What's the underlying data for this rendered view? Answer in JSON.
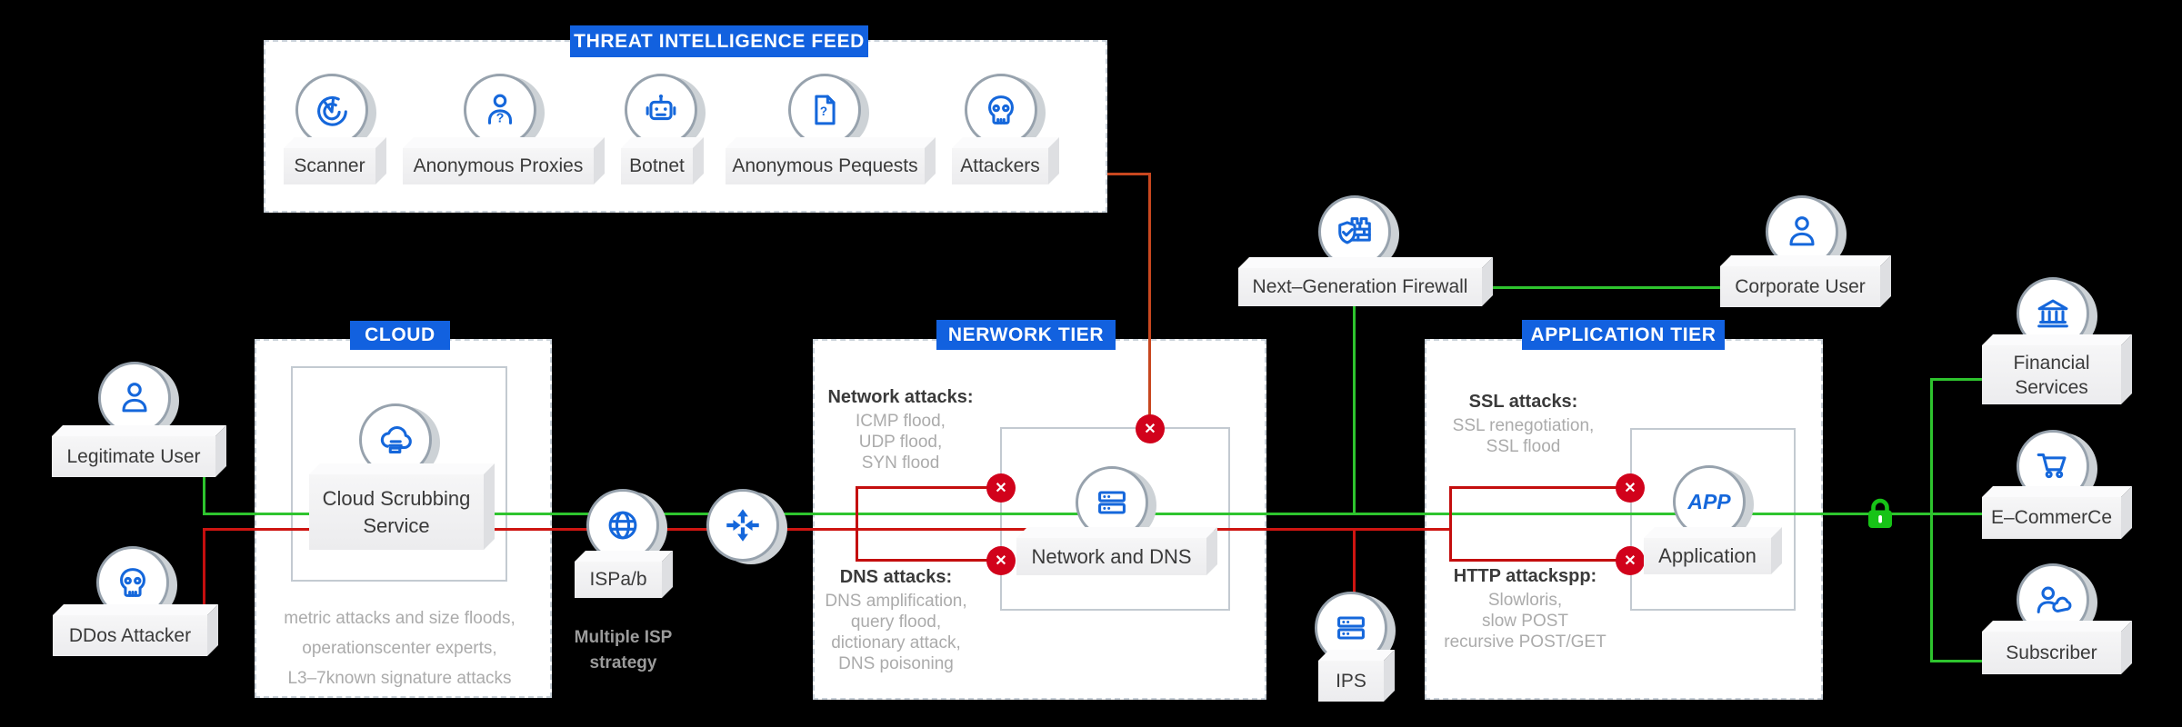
{
  "threat_feed": {
    "title": "THREAT INTELLIGENCE FEED",
    "items": [
      {
        "label": "Scanner",
        "icon": "scanner-icon"
      },
      {
        "label": "Anonymous Proxies",
        "icon": "anonymous-person-icon"
      },
      {
        "label": "Botnet",
        "icon": "robot-icon"
      },
      {
        "label": "Anonymous Pequests",
        "icon": "document-question-icon"
      },
      {
        "label": "Attackers",
        "icon": "skull-icon"
      }
    ]
  },
  "left_actors": {
    "legitimate_user": {
      "label": "Legitimate User",
      "icon": "person-icon"
    },
    "ddos_attacker": {
      "label": "DDos Attacker",
      "icon": "skull-icon"
    }
  },
  "cloud": {
    "title": "CLOUD",
    "service_label": "Cloud Scrubbing Service",
    "icon": "cloud-service-icon",
    "description_lines": [
      "metric attacks and size floods,",
      "operationscenter experts,",
      "L3–7known signature attacks"
    ]
  },
  "isp": {
    "label": "ISPa/b",
    "icon": "globe-icon",
    "router_icon": "router-icon",
    "note_lines": [
      "Multiple ISP",
      "strategy"
    ]
  },
  "network_tier": {
    "title": "NERWORK TIER",
    "node_label": "Network and DNS",
    "node_icon": "server-stack-icon",
    "network_attacks": {
      "heading": "Network attacks:",
      "items": [
        "ICMP flood,",
        "UDP flood,",
        "SYN flood"
      ]
    },
    "dns_attacks": {
      "heading": "DNS attacks:",
      "items": [
        "DNS amplification,",
        "query flood,",
        "dictionary attack,",
        "DNS poisoning"
      ]
    }
  },
  "firewall": {
    "label": "Next–Generation Firewall",
    "icon": "shield-wall-icon"
  },
  "corporate_user": {
    "label": "Corporate User",
    "icon": "person-icon"
  },
  "ips": {
    "label": "IPS",
    "icon": "server-stack-icon"
  },
  "application_tier": {
    "title": "APPLICATION TIER",
    "node_label": "Application",
    "node_icon_text": "APP",
    "ssl_attacks": {
      "heading": "SSL attacks:",
      "items": [
        "SSL renegotiation,",
        "SSL flood"
      ]
    },
    "http_attacks": {
      "heading": "HTTP attackspp:",
      "items": [
        "Slowloris,",
        "slow POST",
        "recursive POST/GET"
      ]
    }
  },
  "services": {
    "financial": {
      "label": "Financial Services",
      "icon": "bank-icon"
    },
    "ecommerce": {
      "label": "E–CommerCe",
      "icon": "cart-icon"
    },
    "subscriber": {
      "label": "Subscriber",
      "icon": "person-cloud-icon"
    }
  },
  "security": {
    "lock_icon": "lock-icon",
    "block_marker": "✕"
  },
  "colors": {
    "badge_blue": "#1261df",
    "icon_blue": "#1567db",
    "safe_green": "#2ec42e",
    "attack_red": "#ce1511",
    "block_red": "#d1021b",
    "threat_red": "#c8471f",
    "lock_green": "#17c317"
  }
}
